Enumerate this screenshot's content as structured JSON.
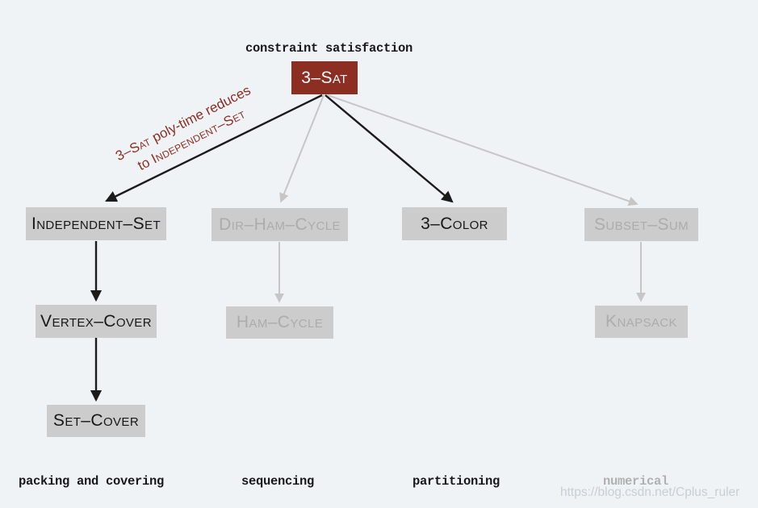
{
  "header": {
    "title": "constraint satisfaction"
  },
  "annotation": {
    "line1_term": "3–Sat",
    "line1_rest": " poly-time reduces",
    "line2_prefix": "to ",
    "line2_term": "Independent–Set"
  },
  "nodes": {
    "sat": {
      "label": "3–Sat",
      "emphasis": "root",
      "category": "constraint satisfaction"
    },
    "independent_set": {
      "label": "Independent–Set",
      "emphasis": "active",
      "category": "packing and covering"
    },
    "dir_ham_cycle": {
      "label": "Dir–Ham–Cycle",
      "emphasis": "faded",
      "category": "sequencing"
    },
    "three_color": {
      "label": "3–Color",
      "emphasis": "active",
      "category": "partitioning"
    },
    "subset_sum": {
      "label": "Subset–Sum",
      "emphasis": "faded",
      "category": "numerical"
    },
    "vertex_cover": {
      "label": "Vertex–Cover",
      "emphasis": "active",
      "category": "packing and covering"
    },
    "ham_cycle": {
      "label": "Ham–Cycle",
      "emphasis": "faded",
      "category": "sequencing"
    },
    "knapsack": {
      "label": "Knapsack",
      "emphasis": "faded",
      "category": "numerical"
    },
    "set_cover": {
      "label": "Set–Cover",
      "emphasis": "active",
      "category": "packing and covering"
    }
  },
  "edges": [
    {
      "from": "sat",
      "to": "independent_set",
      "style": "black"
    },
    {
      "from": "sat",
      "to": "dir_ham_cycle",
      "style": "gray"
    },
    {
      "from": "sat",
      "to": "three_color",
      "style": "black"
    },
    {
      "from": "sat",
      "to": "subset_sum",
      "style": "gray"
    },
    {
      "from": "independent_set",
      "to": "vertex_cover",
      "style": "black"
    },
    {
      "from": "vertex_cover",
      "to": "set_cover",
      "style": "black"
    },
    {
      "from": "dir_ham_cycle",
      "to": "ham_cycle",
      "style": "gray"
    },
    {
      "from": "subset_sum",
      "to": "knapsack",
      "style": "gray"
    }
  ],
  "categories": {
    "packing": "packing and covering",
    "sequencing": "sequencing",
    "partitioning": "partitioning",
    "numerical": "numerical"
  },
  "watermark": "https://blog.csdn.net/Cplus_ruler",
  "colors": {
    "background": "#f0f3f6",
    "accent_red": "#8c2e21",
    "box_gray": "#cccccc",
    "text_black": "#17171a",
    "text_faded": "#acacac",
    "arrow_black": "#1b1b1b",
    "arrow_gray": "#c6c6c6",
    "category_faded": "#b0b0b0"
  }
}
